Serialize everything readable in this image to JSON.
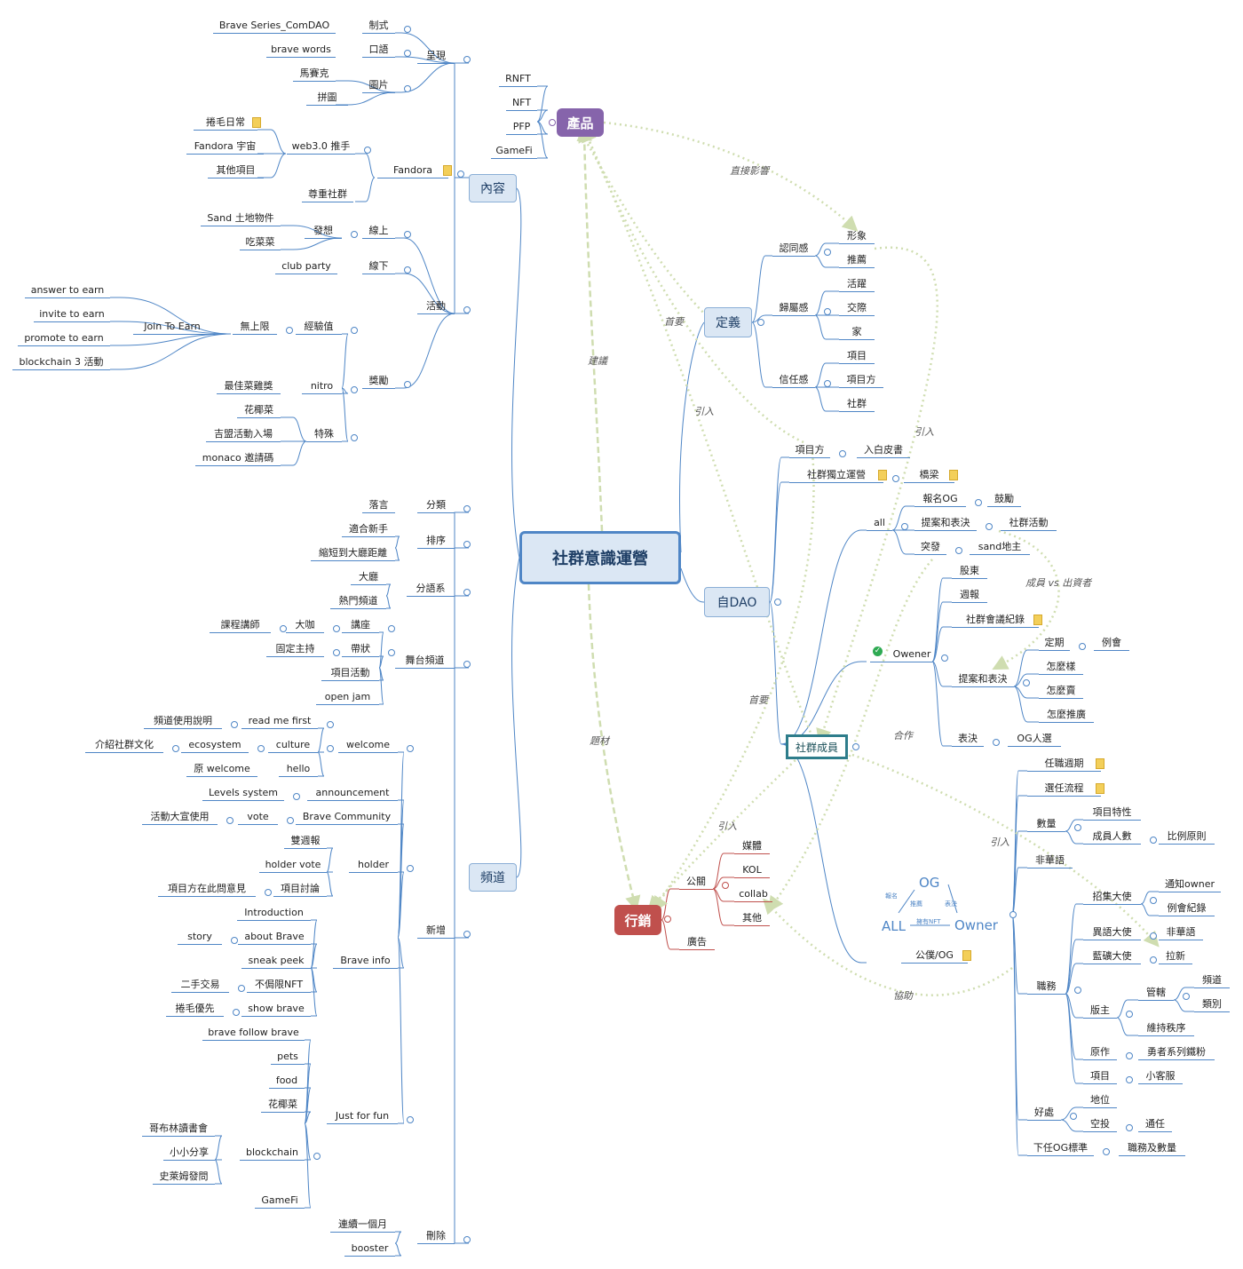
{
  "root": "社群意識運營",
  "main": {
    "content": "內容",
    "channel": "頻道",
    "definition": "定義",
    "dao": "自DAO",
    "product": "產品",
    "marketing": "行銷",
    "members": "社群成員"
  },
  "relations": {
    "direct_impact": "直接影響",
    "primary_1": "首要",
    "suggest": "建議",
    "introduce_1": "引入",
    "introduce_2": "引入",
    "material": "題材",
    "primary_2": "首要",
    "cooperate": "合作",
    "introduce_3": "引入",
    "introduce_4": "引入",
    "assist": "協助",
    "member_vs": "成員 vs 出資者"
  },
  "content_tree": {
    "present": "呈現",
    "format": "制式",
    "format_item": "Brave Series_ComDAO",
    "slogan": "口語",
    "slogan_item": "brave words",
    "image": "圖片",
    "image_item_1": "馬賽克",
    "image_item_2": "拼圖",
    "fandora": "Fandora",
    "web3": "web3.0 推手",
    "web3_1": "捲毛日常",
    "web3_2": "Fandora 宇宙",
    "web3_3": "其他項目",
    "respect": "尊重社群",
    "activity": "活動",
    "online": "線上",
    "idea": "發想",
    "idea_1": "Sand 土地物件",
    "idea_2": "吃菜菜",
    "offline": "線下",
    "offline_1": "club party",
    "reward": "獎勵",
    "exp": "經驗值",
    "unlimited": "無上限",
    "jte": "Join To Earn",
    "jte_1": "answer to earn",
    "jte_2": "invite to earn",
    "jte_3": "promote to earn",
    "jte_4": "blockchain 3 活動",
    "nitro": "nitro",
    "nitro_1": "最佳菜雞獎",
    "special": "特殊",
    "special_1": "花椰菜",
    "special_2": "吉盟活動入場",
    "special_3": "monaco 邀請碼"
  },
  "channel_tree": {
    "category": "分類",
    "cat_1": "落言",
    "sort": "排序",
    "sort_1": "適合新手",
    "sort_2": "縮短到大廳距離",
    "subsystem": "分語系",
    "sub_1": "大廳",
    "sub_2": "熱門頻道",
    "stage": "舞台頻道",
    "lecture": "講座",
    "big": "大咖",
    "teacher": "課程講師",
    "host_belt": "帶狀",
    "host": "固定主持",
    "project_act": "項目活動",
    "open_jam": "open jam",
    "new": "新增",
    "welcome": "welcome",
    "read_me": "read me first",
    "usage": "頻道使用說明",
    "culture": "culture",
    "ecosystem": "ecosystem",
    "intro_culture": "介紹社群文化",
    "hello": "hello",
    "orig_welcome": "原 welcome",
    "announcement": "announcement",
    "levels": "Levels system",
    "brave_comm": "Brave Community",
    "vote": "vote",
    "vote_use": "活動大宣使用",
    "holder": "holder",
    "biweekly": "雙週報",
    "holder_vote": "holder vote",
    "proj_disc": "項目討論",
    "proj_opinion": "項目方在此問意見",
    "brave_info": "Brave info",
    "introduction": "Introduction",
    "about_brave": "about Brave",
    "story": "story",
    "sneak": "sneak peek",
    "nft_limit": "不侷限NFT",
    "second_hand": "二手交易",
    "show_brave": "show brave",
    "curly_first": "捲毛優先",
    "follow": "brave follow brave",
    "fun": "Just for fun",
    "pets": "pets",
    "food": "food",
    "broccoli": "花椰菜",
    "blockchain": "blockchain",
    "goblin": "哥布林讀書會",
    "share": "小小分享",
    "slime": "史萊姆發問",
    "gamefi": "GameFi",
    "delete": "刪除",
    "month": "連續一個月",
    "booster": "booster"
  },
  "product_tree": {
    "rnft": "RNFT",
    "nft": "NFT",
    "pfp": "PFP",
    "gamefi": "GameFi"
  },
  "definition_tree": {
    "identity": "認同感",
    "image": "形象",
    "recommend": "推薦",
    "belonging": "歸屬感",
    "active": "活躍",
    "social": "交際",
    "home": "家",
    "trust": "信任感",
    "project": "項目",
    "project_side": "項目方",
    "community": "社群"
  },
  "dao_tree": {
    "project_side": "項目方",
    "whitepaper": "入白皮書",
    "independent": "社群獨立運營",
    "bridge": "橋梁",
    "all": "all",
    "apply_og": "報名OG",
    "encourage": "鼓勵",
    "propose": "提案和表決",
    "comm_event": "社群活動",
    "breakout": "突發",
    "sand_owner": "sand地主",
    "owner": "Owener",
    "shareholder": "股東",
    "weekly": "週報",
    "minutes": "社群會議紀錄",
    "propose2": "提案和表決",
    "regular": "定期",
    "meeting": "例會",
    "how_1": "怎麼樣",
    "how_2": "怎麼賣",
    "how_3": "怎麼推廣",
    "vote": "表決",
    "og_select": "OG人選",
    "public_og": "公僕/OG"
  },
  "og_diagram": {
    "og": "OG",
    "all": "ALL",
    "owner": "Owner",
    "apply": "報名",
    "recommend": "推薦",
    "vote": "表決",
    "hold_nft": "擁有NFT"
  },
  "member_tree": {
    "term": "任職週期",
    "election": "選任流程",
    "count": "數量",
    "proj_feature": "項目特性",
    "member_count": "成員人數",
    "ratio": "比例原則",
    "non_chinese": "非華語",
    "duties": "職務",
    "recruit": "招集大使",
    "notify": "通知owner",
    "minutes": "例會紀錄",
    "foreign": "異語大使",
    "non_chinese2": "非華語",
    "blue": "藍礦大使",
    "pull_new": "拉新",
    "moderator": "版主",
    "manage": "管轄",
    "channel": "頻道",
    "category": "類別",
    "order": "維持秩序",
    "creator": "原作",
    "brave_fans": "勇者系列鐵粉",
    "project": "項目",
    "cs": "小客服",
    "benefit": "好處",
    "status": "地位",
    "airdrop": "空投",
    "pass": "通任",
    "next_og": "下任OG標準",
    "duty_count": "職務及數量"
  },
  "marketing_tree": {
    "public": "公關",
    "media": "媒體",
    "kol": "KOL",
    "collab": "collab",
    "other": "其他",
    "ads": "廣告"
  },
  "colors": {
    "branch": "#4f86c6",
    "marketing": "#c0504d",
    "product": "#8664ab",
    "relation": "#cfddb0",
    "members": "#2e7d8b"
  }
}
